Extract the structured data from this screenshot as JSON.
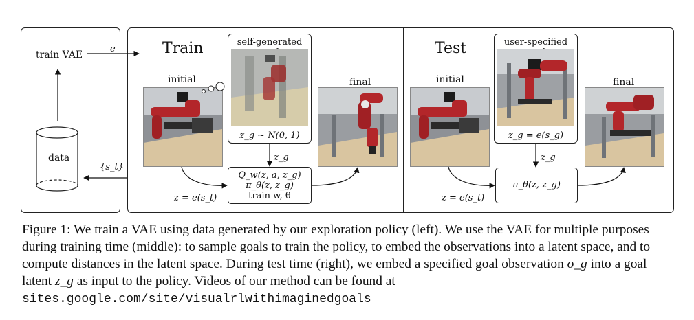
{
  "figure": {
    "left_panel": {
      "train_vae": "train VAE",
      "data": "data",
      "arrow_e": "e",
      "arrow_st": "{s_t}"
    },
    "train_panel": {
      "title": "Train",
      "initial": "initial",
      "final": "final",
      "goal_title": "self-generated goal",
      "goal_sample": "z_g ~ N(0, 1)",
      "zg": "z_g",
      "policy_line1": "Q_w(z, a, z_g)",
      "policy_line2": "π_θ(z, z_g)",
      "policy_line3": "train w, θ",
      "z_encode": "z = e(s_t)"
    },
    "test_panel": {
      "title": "Test",
      "initial": "initial",
      "final": "final",
      "goal_title": "user-specified goal",
      "goal_encode": "z_g = e(s_g)",
      "zg": "z_g",
      "policy": "π_θ(z, z_g)",
      "z_encode": "z = e(s_t)"
    },
    "icons": [
      "robot-arm-photo",
      "thought-bubble-icon",
      "database-cylinder-icon"
    ],
    "colors": {
      "robot_red": "#b3262a",
      "table_wood": "#d9c5a0",
      "frame_black": "#222222"
    }
  },
  "caption": {
    "prefix": "Figure 1: We train a VAE using data generated by our exploration policy (left). We use the VAE for multiple purposes during training time (middle): to sample goals to train the policy, to embed the observations into a latent space, and to compute distances in the latent space. During test time (right), we embed a specified goal observation ",
    "og": "o_g",
    "middle": " into a goal latent ",
    "zg": "z_g",
    "after": " as input to the policy. Videos of our method can be found at ",
    "url": "sites.google.com/site/visualrlwithimaginedgoals"
  }
}
